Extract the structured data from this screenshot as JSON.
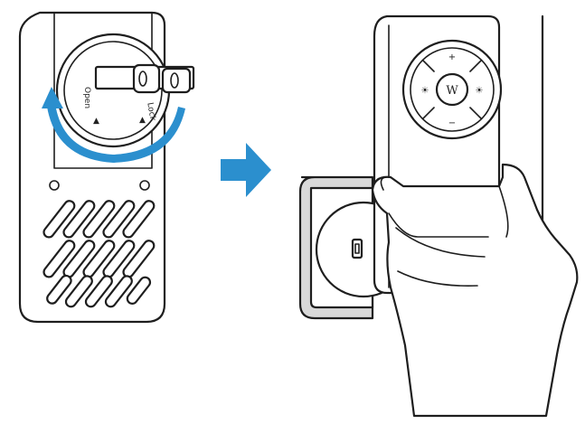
{
  "labels": {
    "open": "Open",
    "lock": "Lock"
  },
  "remote": {
    "logo": "W",
    "buttons": {
      "up": "+",
      "down": "−",
      "left": "☀",
      "right": "☀"
    }
  },
  "colors": {
    "arrow": "#2b8fce",
    "stroke": "#1e1e1e",
    "plate": "#d9d9d9"
  }
}
